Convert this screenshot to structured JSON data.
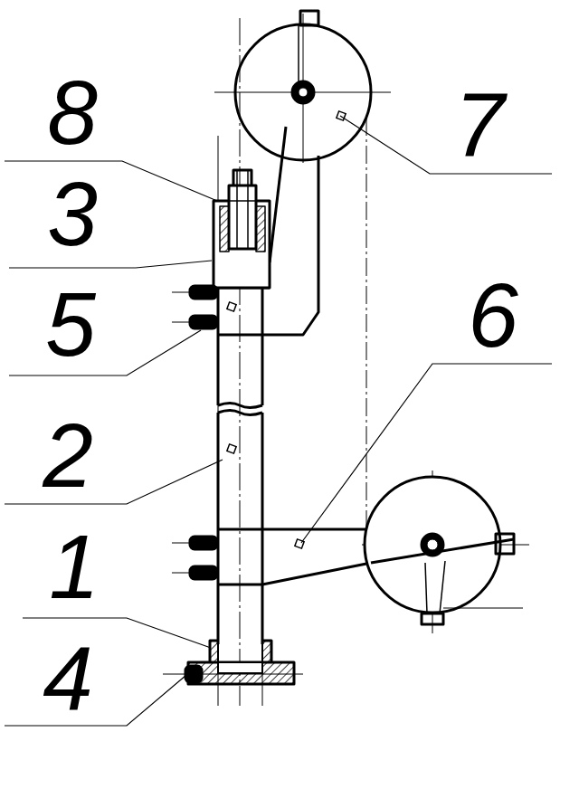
{
  "diagram": {
    "labels": [
      "8",
      "7",
      "3",
      "5",
      "6",
      "2",
      "1",
      "4"
    ]
  }
}
